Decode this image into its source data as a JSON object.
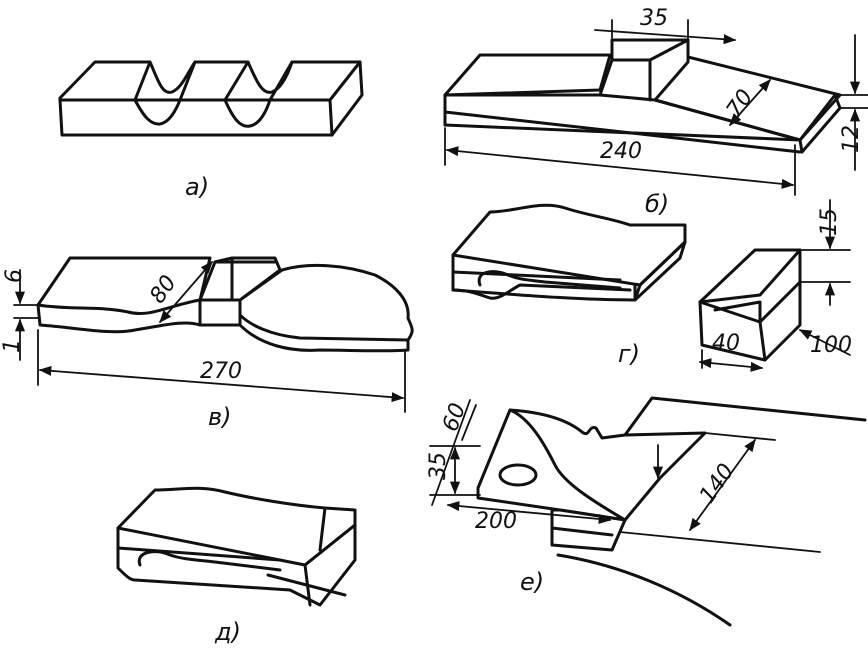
{
  "figures": {
    "a": {
      "caption": "а)"
    },
    "b": {
      "caption": "б)",
      "dims": {
        "width": "35",
        "depth": "70",
        "length": "240",
        "thickness": "12"
      }
    },
    "v": {
      "caption": "в)",
      "dims": {
        "depth": "80",
        "length": "270",
        "th_top": "6",
        "th_bottom": "1"
      }
    },
    "g": {
      "caption": "г)",
      "dims": {
        "width": "40",
        "length": "100",
        "height": "15"
      }
    },
    "d": {
      "caption": "д)"
    },
    "e": {
      "caption": "е)",
      "dims": {
        "d60": "60",
        "d35": "35",
        "d200": "200",
        "d140": "140"
      }
    }
  },
  "colors": {
    "ink": "#111111",
    "paper": "#ffffff"
  }
}
